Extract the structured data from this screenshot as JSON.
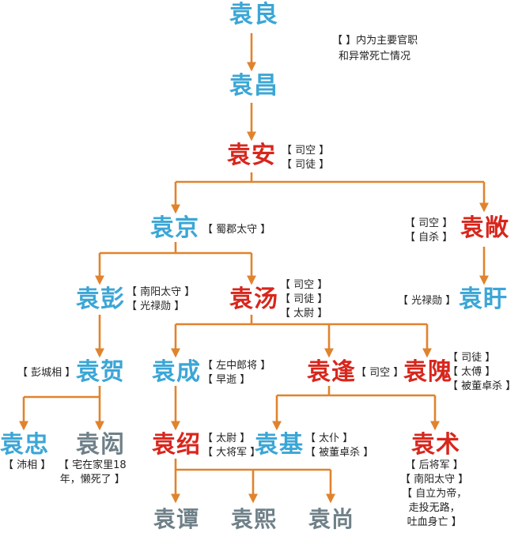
{
  "legend": {
    "line1": "【 】内为主要官职",
    "line2": "和异常死亡情况"
  },
  "colors": {
    "connector": "#e0832d",
    "blue_node": "#3ba6d6",
    "red_node": "#d8261c",
    "gray_node": "#6f8088"
  },
  "nodes": {
    "yuan_liang": "袁良",
    "yuan_chang": "袁昌",
    "yuan_an": "袁安",
    "yuan_jing": "袁京",
    "yuan_chang2": "袁敞",
    "yuan_peng": "袁彭",
    "yuan_tang": "袁汤",
    "yuan_xu": "袁盱",
    "yuan_he": "袁贺",
    "yuan_cheng": "袁成",
    "yuan_feng": "袁逢",
    "yuan_wei": "袁隗",
    "yuan_zhong": "袁忠",
    "yuan_hong": "袁闳",
    "yuan_shao": "袁绍",
    "yuan_ji": "袁基",
    "yuan_shu": "袁术",
    "yuan_tan": "袁谭",
    "yuan_xi": "袁熙",
    "yuan_shang": "袁尚"
  },
  "notes": {
    "yuan_an": [
      "【 司空 】",
      "【 司徒 】"
    ],
    "yuan_jing": [
      "【 蜀郡太守 】"
    ],
    "yuan_chang2": [
      "【 司空 】",
      "【 自杀 】"
    ],
    "yuan_peng": [
      "【 南阳太守 】",
      "【 光禄勋 】"
    ],
    "yuan_tang": [
      "【 司空 】",
      "【 司徒 】",
      "【 太尉 】"
    ],
    "yuan_xu": [
      "【 光禄勋 】"
    ],
    "yuan_he": [
      "【 彭城相 】"
    ],
    "yuan_cheng": [
      "【 左中郎将 】",
      "【 早逝 】"
    ],
    "yuan_feng": [
      "【 司空 】"
    ],
    "yuan_wei": [
      "【 司徒 】",
      "【 太傅 】",
      "【 被董卓杀 】"
    ],
    "yuan_zhong": [
      "【 沛相 】"
    ],
    "yuan_hong": [
      "【 宅在家里18",
      "年，懒死了 】"
    ],
    "yuan_shao": [
      "【 太尉 】",
      "【 大将军 】"
    ],
    "yuan_ji": [
      "【 太仆 】",
      "【 被董卓杀 】"
    ],
    "yuan_shu": [
      "【 后将军 】",
      "【 南阳太守 】",
      "【 自立为帝，",
      "走投无路，",
      "吐血身亡 】"
    ]
  }
}
